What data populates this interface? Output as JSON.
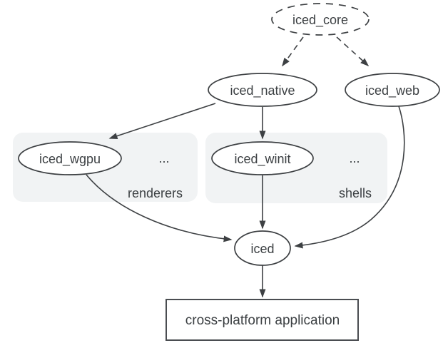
{
  "colors": {
    "accent_blue": "#1a73e8",
    "stroke": "#3d4043",
    "text": "#3c4043",
    "group_fill": "#f1f3f4"
  },
  "nodes": {
    "core": {
      "label": "iced_core",
      "shape": "ellipse-dashed"
    },
    "native": {
      "label": "iced_native",
      "shape": "ellipse"
    },
    "web": {
      "label": "iced_web",
      "shape": "ellipse"
    },
    "wgpu": {
      "label": "iced_wgpu",
      "shape": "ellipse"
    },
    "winit": {
      "label": "iced_winit",
      "shape": "ellipse"
    },
    "iced": {
      "label": "iced",
      "shape": "ellipse"
    },
    "app": {
      "label": "cross-platform application",
      "shape": "rect"
    }
  },
  "groups": {
    "renderers": {
      "label": "renderers",
      "more": "..."
    },
    "shells": {
      "label": "shells",
      "more": "..."
    }
  },
  "edges": [
    {
      "from": "iced_core",
      "to": "iced_native",
      "style": "dashed"
    },
    {
      "from": "iced_core",
      "to": "iced_web",
      "style": "dashed"
    },
    {
      "from": "iced_native",
      "to": "iced_wgpu",
      "style": "solid"
    },
    {
      "from": "iced_native",
      "to": "iced_winit",
      "style": "solid"
    },
    {
      "from": "iced_wgpu",
      "to": "iced",
      "style": "solid"
    },
    {
      "from": "iced_winit",
      "to": "iced",
      "style": "solid"
    },
    {
      "from": "iced_web",
      "to": "iced",
      "style": "solid"
    },
    {
      "from": "iced",
      "to": "cross-platform application",
      "style": "solid"
    }
  ]
}
